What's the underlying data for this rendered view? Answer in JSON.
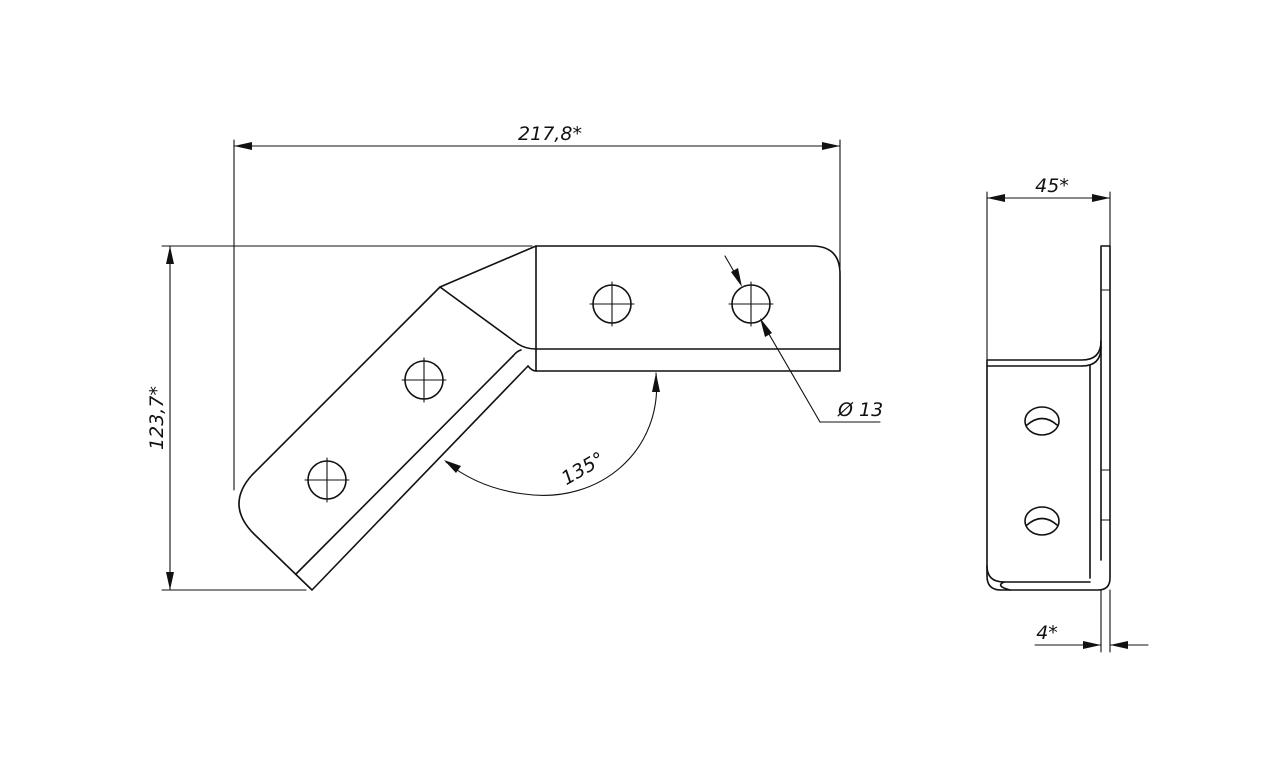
{
  "dimensions": {
    "overall_width": "217,8*",
    "overall_height": "123,7*",
    "hole_diameter": "Ø 13",
    "bend_angle": "135°",
    "side_width": "45*",
    "thickness": "4*"
  }
}
